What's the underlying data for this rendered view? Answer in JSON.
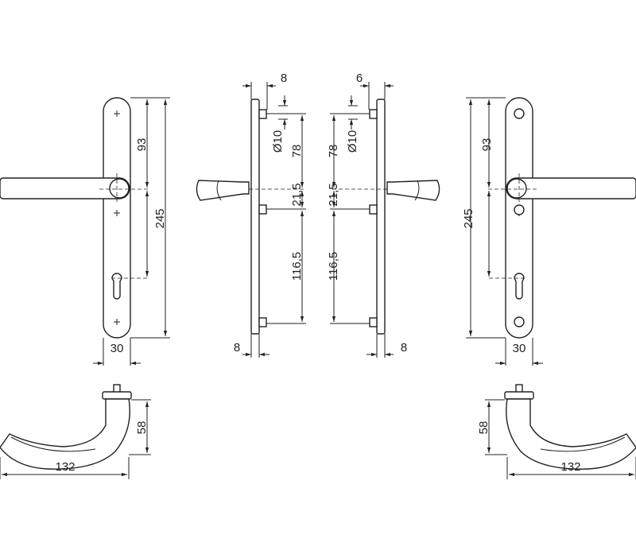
{
  "title": "Door handle set dimension drawing",
  "left": {
    "d_93": "93",
    "d_245": "245",
    "d_30": "30",
    "d_8_top": "8",
    "d_dia": "Ø10",
    "d_78": "78",
    "d_21_5": "21,5",
    "d_116_5": "116,5",
    "d_8_bottom": "8",
    "d_58": "58",
    "d_132": "132"
  },
  "right": {
    "d_93": "93",
    "d_245": "245",
    "d_30": "30",
    "d_6_top": "6",
    "d_dia": "Ø10",
    "d_78": "78",
    "d_21_5": "21,5",
    "d_116_5": "116,5",
    "d_8_bottom": "8",
    "d_58": "58",
    "d_132": "132"
  }
}
